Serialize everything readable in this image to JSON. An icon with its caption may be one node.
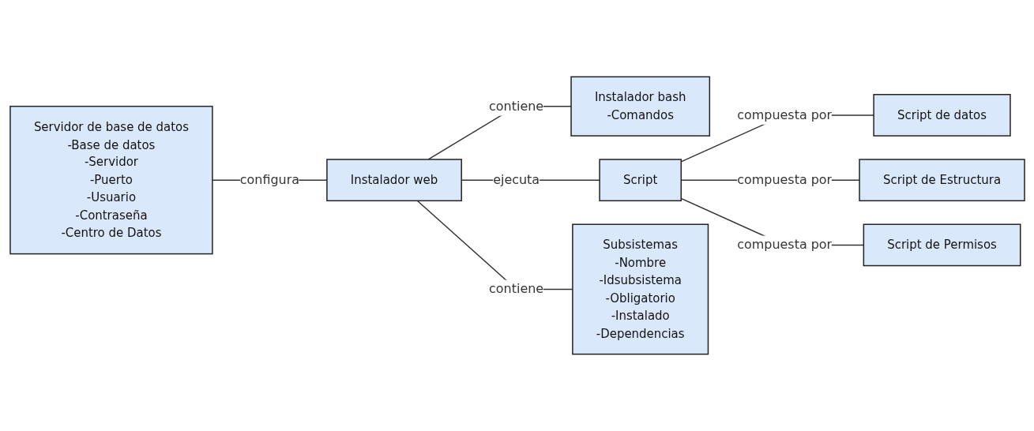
{
  "diagram": {
    "nodes": [
      {
        "text": [
          "Servidor de base de datos",
          "-Base de datos",
          "-Servidor",
          "-Puerto",
          "-Usuario",
          "-Contraseña",
          "-Centro de Datos"
        ]
      },
      {
        "text": [
          "Instalador web"
        ]
      },
      {
        "text": [
          "Instalador bash",
          "-Comandos"
        ]
      },
      {
        "text": [
          "Script"
        ]
      },
      {
        "text": [
          "Subsistemas",
          "-Nombre",
          "-Idsubsistema",
          "-Obligatorio",
          "-Instalado",
          "-Dependencias"
        ]
      },
      {
        "text": [
          "Script de datos"
        ]
      },
      {
        "text": [
          "Script de Estructura"
        ]
      },
      {
        "text": [
          "Script de Permisos"
        ]
      }
    ],
    "edges": [
      {
        "from": 0,
        "to": 1,
        "arrow": "none",
        "label": "configura"
      },
      {
        "from": 1,
        "to": 2,
        "arrow": "none",
        "label": "contiene"
      },
      {
        "from": 1,
        "to": 3,
        "arrow": "none",
        "label": "ejecuta"
      },
      {
        "from": 1,
        "to": 4,
        "arrow": "none",
        "label": "contiene"
      },
      {
        "from": 3,
        "to": 5,
        "arrow": "none",
        "label": "compuesta por"
      },
      {
        "from": 3,
        "to": 6,
        "arrow": "none",
        "label": "compuesta por"
      },
      {
        "from": 3,
        "to": 7,
        "arrow": "none",
        "label": "compuesta por"
      }
    ]
  }
}
